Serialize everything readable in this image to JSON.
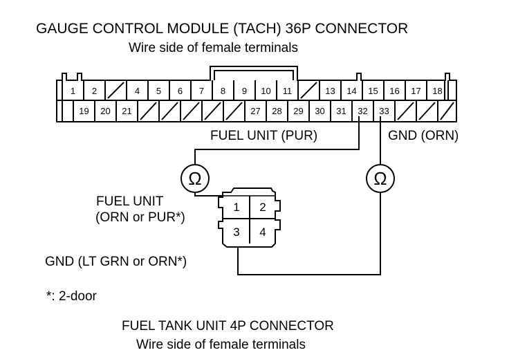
{
  "header": {
    "title": "GAUGE CONTROL MODULE (TACH) 36P CONNECTOR",
    "subtitle": "Wire side of female terminals"
  },
  "gauge_connector": {
    "top_row": [
      "1",
      "2",
      "",
      "4",
      "5",
      "6",
      "7",
      "8",
      "9",
      "10",
      "11",
      "",
      "13",
      "14",
      "15",
      "16",
      "17",
      "18"
    ],
    "bottom_row": [
      "",
      "19",
      "20",
      "21",
      "",
      "",
      "",
      "",
      "",
      "27",
      "28",
      "29",
      "30",
      "31",
      "32",
      "33",
      "",
      "",
      ""
    ]
  },
  "wires": {
    "fuel_unit_pur": "FUEL UNIT (PUR)",
    "gnd_orn": "GND (ORN)",
    "fuel_unit_line1": "FUEL UNIT",
    "fuel_unit_line2": "(ORN or PUR*)",
    "gnd_lt_grn": "GND (LT GRN or ORN*)"
  },
  "meter_symbol": "Ω",
  "tank_connector": {
    "pins": [
      "1",
      "2",
      "3",
      "4"
    ]
  },
  "footnote": "*: 2-door",
  "footer": {
    "title": "FUEL TANK UNIT 4P CONNECTOR",
    "subtitle": "Wire side of female terminals"
  }
}
